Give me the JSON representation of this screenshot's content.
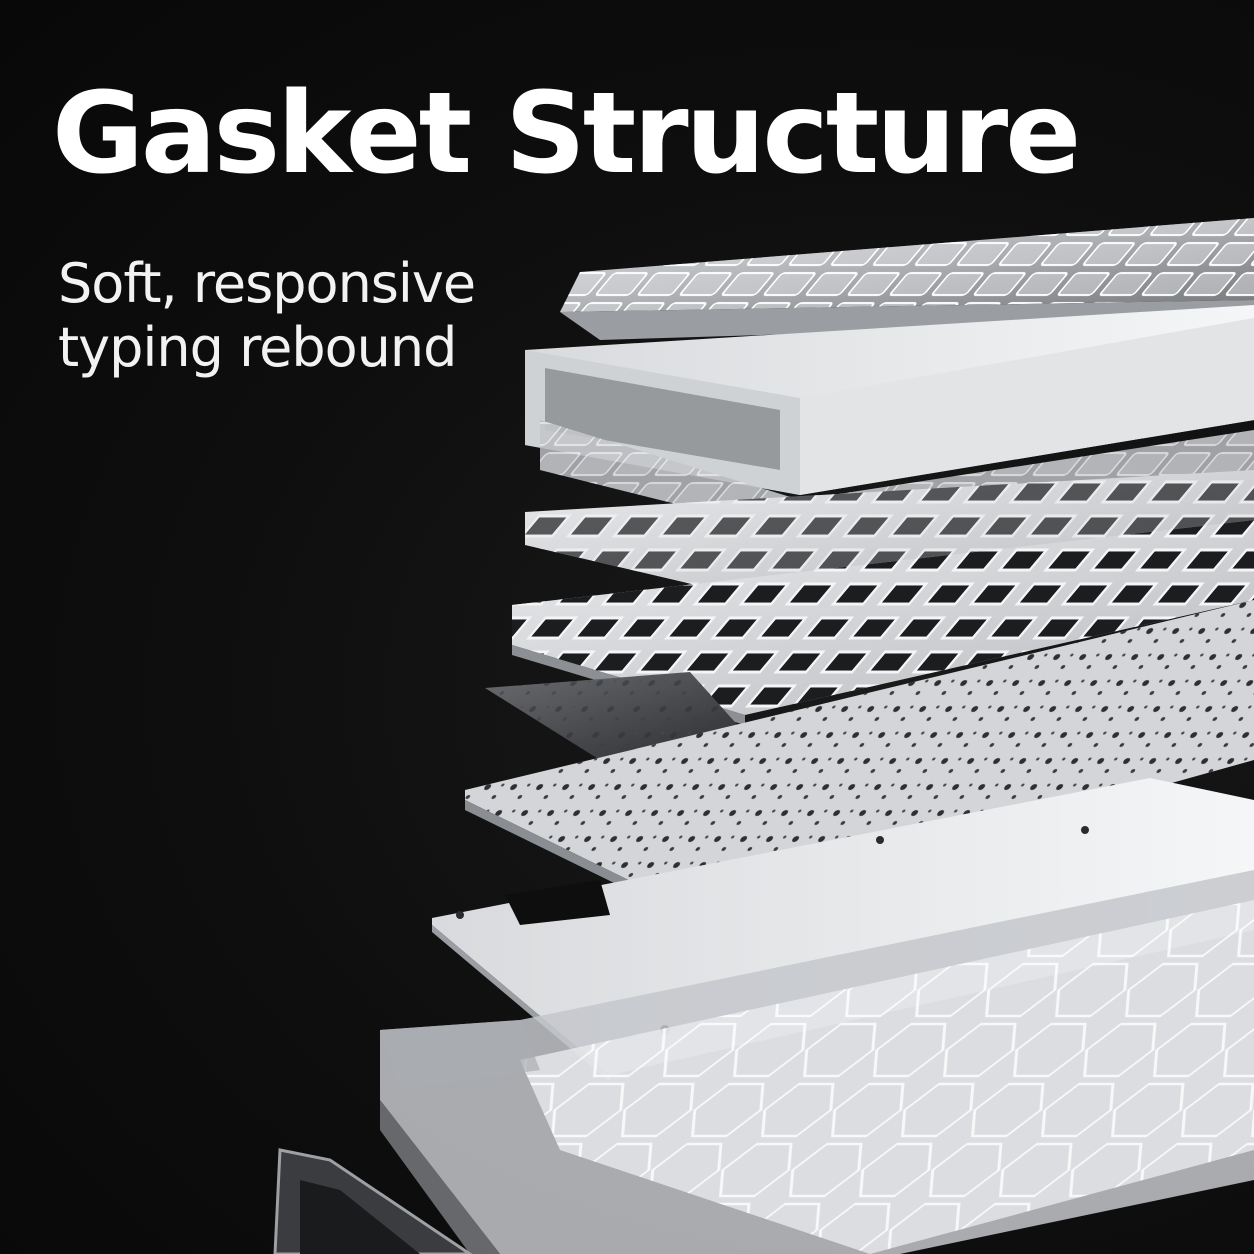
{
  "headline": "Gasket Structure",
  "subheadline": {
    "line1": "Soft, responsive",
    "line2": "typing rebound"
  },
  "colors": {
    "background": "#0c0c0c",
    "text": "#ffffff",
    "layer_tint": "#e6e8ea"
  },
  "illustration": {
    "subject": "exploded-view transparent mechanical keyboard",
    "layers": [
      "keycaps",
      "top-case",
      "switches",
      "switch-plate",
      "gasket-plate",
      "foam-layer",
      "pcb",
      "bottom-plate",
      "bottom-case-foam",
      "bottom-case",
      "kickstand-feet"
    ]
  }
}
